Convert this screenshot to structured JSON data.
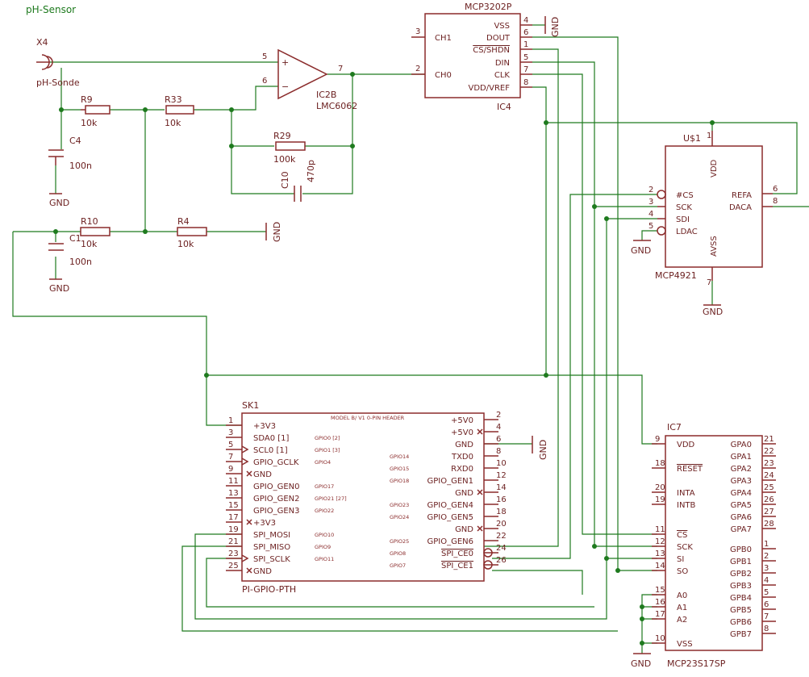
{
  "title": "pH-Sensor",
  "probe": {
    "ref": "X4",
    "name": "pH-Sonde"
  },
  "opamp": {
    "ref": "IC2B",
    "part": "LMC6062",
    "pin_in_p": "5",
    "pin_in_n": "6",
    "pin_out": "7",
    "plus": "+",
    "minus": "−"
  },
  "r9": {
    "ref": "R9",
    "val": "10k"
  },
  "r33": {
    "ref": "R33",
    "val": "10k"
  },
  "r29": {
    "ref": "R29",
    "val": "100k"
  },
  "c10": {
    "ref": "C10",
    "val": "470p"
  },
  "c4": {
    "ref": "C4",
    "val": "100n",
    "gnd": "GND"
  },
  "c1": {
    "ref": "C1",
    "val": "100n",
    "gnd": "GND"
  },
  "r10": {
    "ref": "R10",
    "val": "10k"
  },
  "r4": {
    "ref": "R4",
    "val": "10k",
    "gnd": "GND"
  },
  "adc": {
    "part": "MCP3202P",
    "ref": "IC4",
    "gnd": "GND",
    "left_pins": [
      {
        "num": "3",
        "name": "CH1"
      },
      {
        "num": "2",
        "name": "CH0"
      }
    ],
    "right_pins": [
      {
        "num": "4",
        "name": "VSS"
      },
      {
        "num": "6",
        "name": "DOUT"
      },
      {
        "num": "1",
        "name": "CS/SHDN"
      },
      {
        "num": "5",
        "name": "DIN"
      },
      {
        "num": "7",
        "name": "CLK"
      },
      {
        "num": "8",
        "name": "VDD/VREF"
      }
    ]
  },
  "dac": {
    "part": "MCP4921",
    "ref": "U$1",
    "gnd": "GND",
    "gnd2": "GND",
    "left_pins": [
      {
        "num": "2",
        "name": "#CS"
      },
      {
        "num": "3",
        "name": "SCK"
      },
      {
        "num": "4",
        "name": "SDI"
      },
      {
        "num": "5",
        "name": "LDAC"
      }
    ],
    "right_pins": [
      {
        "num": "6",
        "name": "REFA"
      },
      {
        "num": "8",
        "name": "DACA"
      }
    ],
    "top": {
      "num": "1",
      "name": "VDD"
    },
    "bottom": {
      "num": "7",
      "name": "AVSS"
    }
  },
  "header": {
    "ref": "SK1",
    "part": "PI-GPIO-PTH",
    "gnd": "GND",
    "tiny": "MODEL B/ V1 0-PIN HEADER",
    "left": [
      {
        "num": "1",
        "name": "+3V3",
        "gpio": ""
      },
      {
        "num": "3",
        "name": "SDA0 [1]",
        "gpio": "GPIO0 [2]"
      },
      {
        "num": "5",
        "name": "SCL0 [1]",
        "gpio": "GPIO1 [3]"
      },
      {
        "num": "7",
        "name": "GPIO_GCLK",
        "gpio": "GPIO4"
      },
      {
        "num": "9",
        "name": "GND",
        "gpio": ""
      },
      {
        "num": "11",
        "name": "GPIO_GEN0",
        "gpio": "GPIO17"
      },
      {
        "num": "13",
        "name": "GPIO_GEN2",
        "gpio": "GPIO21 [27]"
      },
      {
        "num": "15",
        "name": "GPIO_GEN3",
        "gpio": "GPIO22"
      },
      {
        "num": "17",
        "name": "+3V3",
        "gpio": ""
      },
      {
        "num": "19",
        "name": "SPI_MOSI",
        "gpio": "GPIO10"
      },
      {
        "num": "21",
        "name": "SPI_MISO",
        "gpio": "GPIO9"
      },
      {
        "num": "23",
        "name": "SPI_SCLK",
        "gpio": "GPIO11"
      },
      {
        "num": "25",
        "name": "GND",
        "gpio": ""
      }
    ],
    "right": [
      {
        "num": "2",
        "name": "+5V0",
        "gpio": ""
      },
      {
        "num": "4",
        "name": "+5V0",
        "gpio": ""
      },
      {
        "num": "6",
        "name": "GND",
        "gpio": ""
      },
      {
        "num": "8",
        "name": "TXD0",
        "gpio": "GPIO14"
      },
      {
        "num": "10",
        "name": "RXD0",
        "gpio": "GPIO15"
      },
      {
        "num": "12",
        "name": "GPIO_GEN1",
        "gpio": "GPIO18"
      },
      {
        "num": "14",
        "name": "GND",
        "gpio": ""
      },
      {
        "num": "16",
        "name": "GPIO_GEN4",
        "gpio": "GPIO23"
      },
      {
        "num": "18",
        "name": "GPIO_GEN5",
        "gpio": "GPIO24"
      },
      {
        "num": "20",
        "name": "GND",
        "gpio": ""
      },
      {
        "num": "22",
        "name": "GPIO_GEN6",
        "gpio": "GPIO25"
      },
      {
        "num": "24",
        "name": "SPI_CE0",
        "gpio": "GPIO8"
      },
      {
        "num": "26",
        "name": "SPI_CE1",
        "gpio": "GPIO7"
      }
    ]
  },
  "expander": {
    "ref": "IC7",
    "part": "MCP23S17SP",
    "gnd": "GND",
    "left": [
      {
        "num": "9",
        "name": "VDD"
      },
      {
        "num": "18",
        "name": "RESET"
      },
      {
        "num": "20",
        "name": "INTA"
      },
      {
        "num": "19",
        "name": "INTB"
      },
      {
        "num": "11",
        "name": "CS"
      },
      {
        "num": "12",
        "name": "SCK"
      },
      {
        "num": "13",
        "name": "SI"
      },
      {
        "num": "14",
        "name": "SO"
      },
      {
        "num": "15",
        "name": "A0"
      },
      {
        "num": "16",
        "name": "A1"
      },
      {
        "num": "17",
        "name": "A2"
      },
      {
        "num": "10",
        "name": "VSS"
      }
    ],
    "right": [
      {
        "num": "21",
        "name": "GPA0"
      },
      {
        "num": "22",
        "name": "GPA1"
      },
      {
        "num": "23",
        "name": "GPA2"
      },
      {
        "num": "24",
        "name": "GPA3"
      },
      {
        "num": "25",
        "name": "GPA4"
      },
      {
        "num": "26",
        "name": "GPA5"
      },
      {
        "num": "27",
        "name": "GPA6"
      },
      {
        "num": "28",
        "name": "GPA7"
      },
      {
        "num": "1",
        "name": "GPB0"
      },
      {
        "num": "2",
        "name": "GPB1"
      },
      {
        "num": "3",
        "name": "GPB2"
      },
      {
        "num": "4",
        "name": "GPB3"
      },
      {
        "num": "5",
        "name": "GPB4"
      },
      {
        "num": "6",
        "name": "GPB5"
      },
      {
        "num": "7",
        "name": "GPB6"
      },
      {
        "num": "8",
        "name": "GPB7"
      }
    ]
  }
}
